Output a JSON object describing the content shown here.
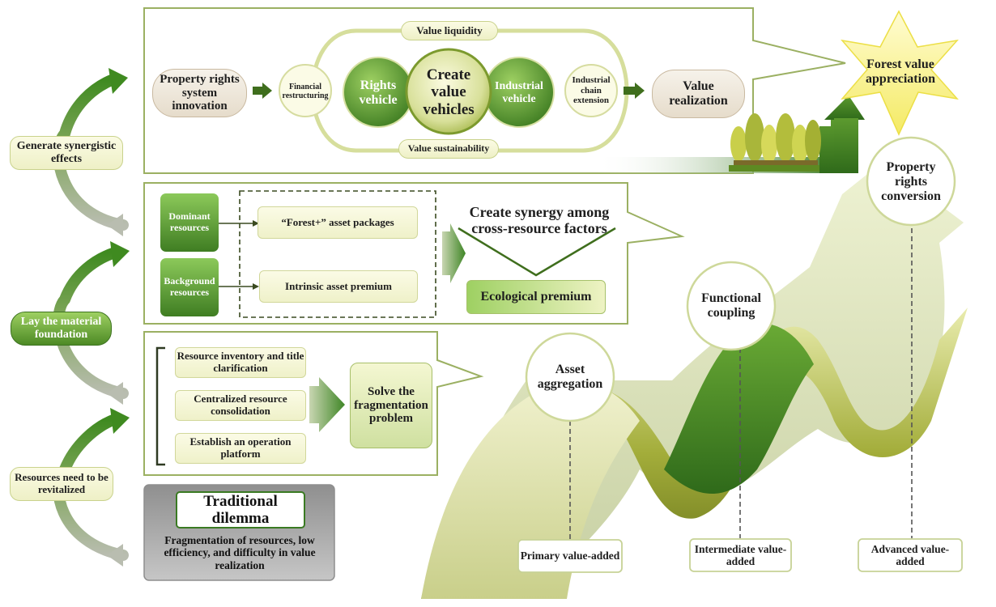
{
  "left_column": {
    "generate": "Generate synergistic effects",
    "lay": "Lay the material foundation",
    "resources": "Resources need to be revitalized"
  },
  "traditional": {
    "title": "Traditional dilemma",
    "text": "Fragmentation of resources, low efficiency, and difficulty in value realization"
  },
  "top_panel": {
    "property_innovation": "Property rights system innovation",
    "financial": "Financial restructuring",
    "rights_vehicle": "Rights vehicle",
    "create_vehicles": "Create value vehicles",
    "industrial_vehicle": "Industrial vehicle",
    "industrial_chain": "Industrial chain extension",
    "value_realization": "Value realization",
    "value_liquidity": "Value liquidity",
    "value_sustainability": "Value sustainability"
  },
  "forest_value": "Forest value appreciation",
  "mid_panel": {
    "dominant": "Dominant resources",
    "background": "Background resources",
    "forest_plus": "“Forest+” asset packages",
    "intrinsic": "Intrinsic asset premium",
    "create_synergy": "Create synergy among cross-resource factors",
    "ecological": "Ecological premium"
  },
  "low_panel": {
    "inventory": "Resource inventory and title clarification",
    "centralized": "Centralized resource consolidation",
    "platform": "Establish an operation platform",
    "solve": "Solve the fragmentation problem"
  },
  "stages": {
    "asset_aggregation": "Asset aggregation",
    "functional_coupling": "Functional coupling",
    "property_conversion": "Property rights conversion",
    "primary": "Primary value-added",
    "intermediate": "Intermediate value-added",
    "advanced": "Advanced value-added"
  },
  "colors": {
    "dark_green": "#2f6a1a",
    "mid_green": "#6aaa35",
    "pale_yellow": "#f3f4d2",
    "border_olive": "#9bb062"
  }
}
